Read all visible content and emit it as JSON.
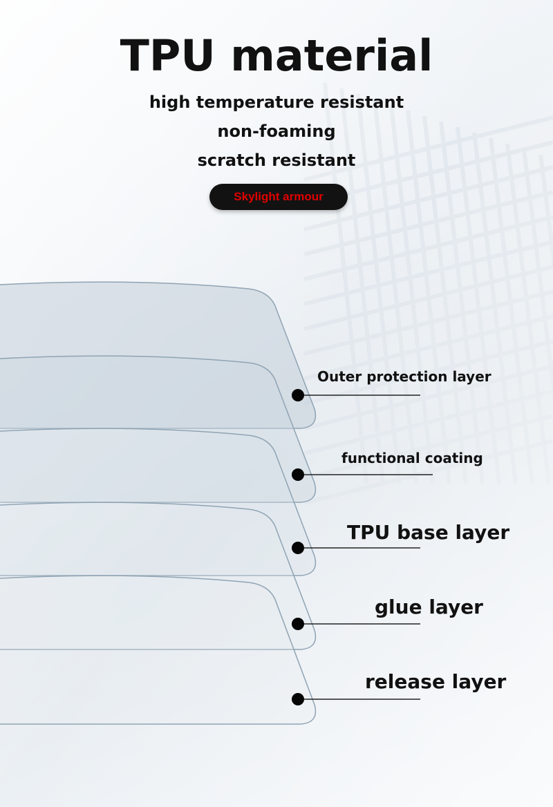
{
  "title": "TPU material",
  "features": [
    "high temperature resistant",
    "non-foaming",
    "scratch resistant"
  ],
  "badge": "Skylight armour",
  "layers": [
    "Outer protection layer",
    "functional coating",
    "TPU base layer",
    "glue layer",
    "release layer"
  ]
}
